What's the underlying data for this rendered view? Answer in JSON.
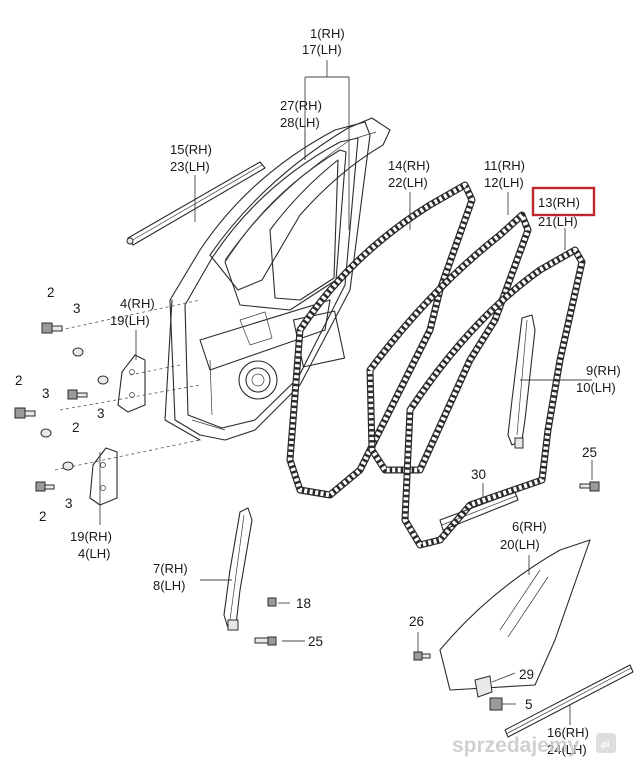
{
  "callouts": {
    "c1": "1(RH)",
    "c17": "17(LH)",
    "c27": "27(RH)",
    "c28": "28(LH)",
    "c15": "15(RH)",
    "c23": "23(LH)",
    "c14": "14(RH)",
    "c22": "22(LH)",
    "c11": "11(RH)",
    "c12": "12(LH)",
    "c13": "13(RH)",
    "c21": "21(LH)",
    "c4": "4(RH)",
    "c19": "19(LH)",
    "c9": "9(RH)",
    "c10": "10(LH)",
    "c19b": "19(RH)",
    "c4b": "4(LH)",
    "c7": "7(RH)",
    "c8": "8(LH)",
    "c6": "6(RH)",
    "c20": "20(LH)",
    "c16": "16(RH)",
    "c24": "24(LH)"
  },
  "numbers": {
    "n2a": "2",
    "n3a": "3",
    "n2b": "2",
    "n3b": "3",
    "n3c": "3",
    "n2c": "2",
    "n3d": "3",
    "n2d": "2",
    "n25a": "25",
    "n30": "30",
    "n18": "18",
    "n25b": "25",
    "n26": "26",
    "n29": "29",
    "n5": "5"
  },
  "highlight_color": "#c0262d",
  "watermark": {
    "text": "sprzedajemy",
    "badge": ".pl"
  }
}
